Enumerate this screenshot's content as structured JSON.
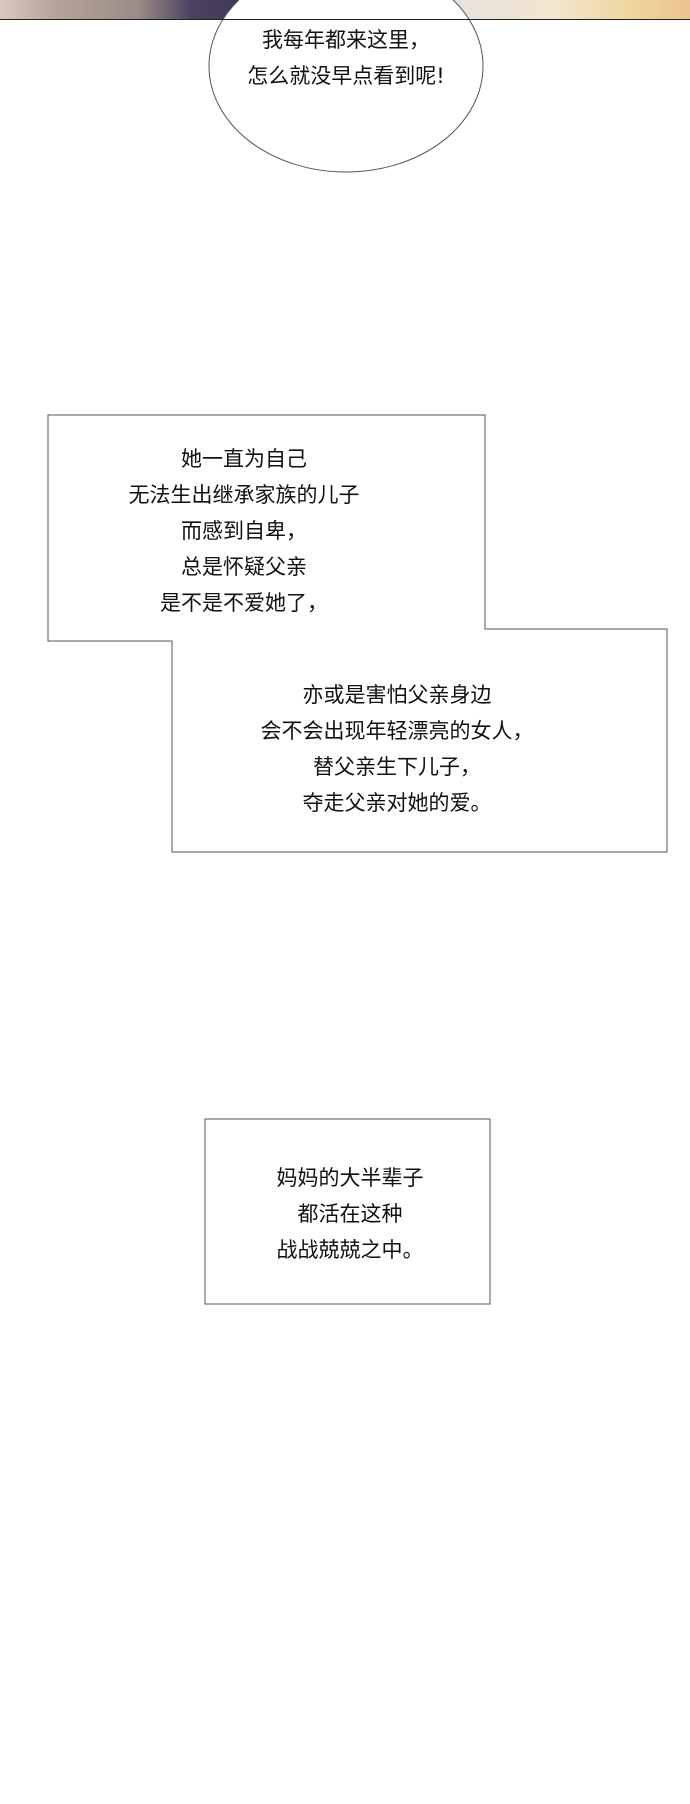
{
  "bubble": {
    "lines": [
      "我每年都来这里，",
      "怎么就没早点看到呢!"
    ]
  },
  "box1": {
    "lines": [
      "她一直为自己",
      "无法生出继承家族的儿子",
      "而感到自卑，",
      "总是怀疑父亲",
      "是不是不爱她了，"
    ]
  },
  "box2": {
    "lines": [
      "亦或是害怕父亲身边",
      "会不会出现年轻漂亮的女人，",
      "替父亲生下儿子，",
      "夺走父亲对她的爱。"
    ]
  },
  "box3": {
    "lines": [
      "妈妈的大半辈子",
      "都活在这种",
      "战战兢兢之中。"
    ]
  }
}
